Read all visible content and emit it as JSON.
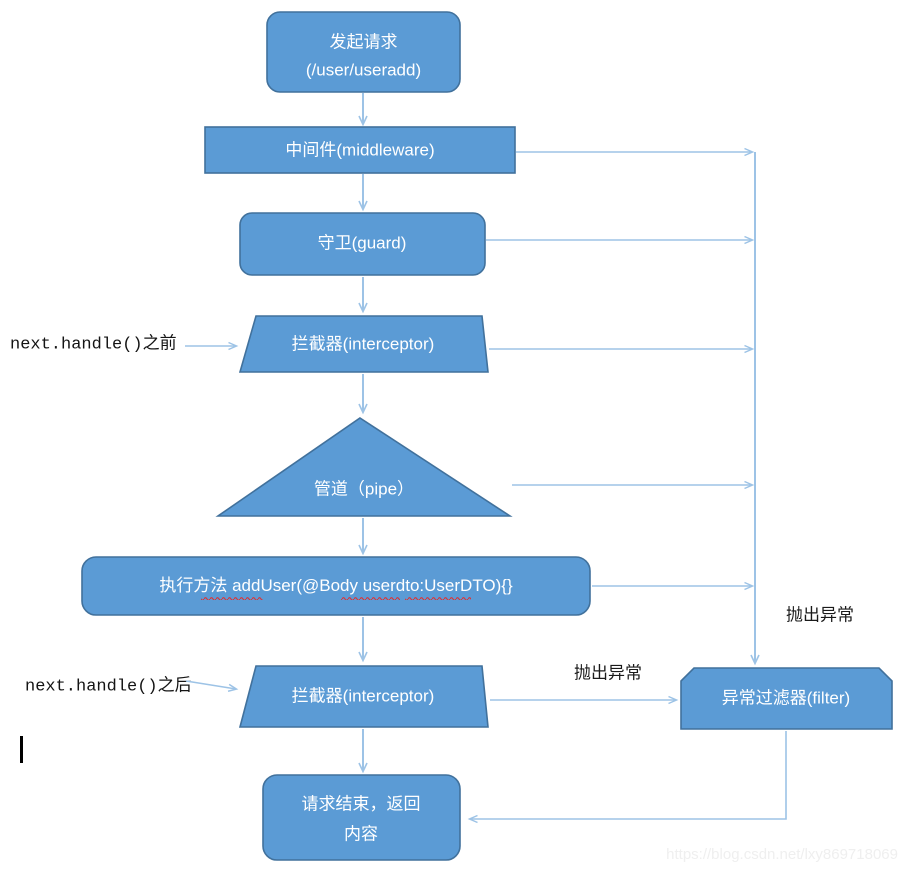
{
  "diagram": {
    "title": "NestJS request lifecycle flowchart",
    "colors": {
      "shape_fill": "#5b9bd5",
      "shape_stroke": "#41719c",
      "connector": "#9dc3e6",
      "node_text": "#ffffff",
      "edge_text": "#1a1a1a",
      "watermark": "#efefef",
      "spellcheck_underline": "#e03030"
    },
    "nodes": [
      {
        "id": "request",
        "shape": "rounded-rectangle",
        "line1": "发起请求",
        "line2": "(/user/useradd)"
      },
      {
        "id": "middleware",
        "shape": "rectangle",
        "label": "中间件(middleware)"
      },
      {
        "id": "guard",
        "shape": "rounded-rectangle",
        "label": "守卫(guard)"
      },
      {
        "id": "interceptor-before",
        "shape": "trapezoid",
        "label": "拦截器(interceptor)"
      },
      {
        "id": "pipe",
        "shape": "triangle",
        "label": "管道（pipe）"
      },
      {
        "id": "handler",
        "shape": "rounded-rectangle",
        "label_prefix": "执行方法 ",
        "label_code": "addUser(@Body userdto:UserDTO){}"
      },
      {
        "id": "interceptor-after",
        "shape": "trapezoid",
        "label": "拦截器(interceptor)"
      },
      {
        "id": "exception-filter",
        "shape": "snip-corner-rectangle",
        "label": "异常过滤器(filter)"
      },
      {
        "id": "response",
        "shape": "rounded-rectangle",
        "line1": "请求结束，返回",
        "line2": "内容"
      }
    ],
    "edge_labels": {
      "before": "next.handle()之前",
      "after": "next.handle()之后",
      "throw_vertical": "抛出异常",
      "throw_horizontal": "抛出异常"
    },
    "watermark": "https://blog.csdn.net/lxy869718069"
  }
}
